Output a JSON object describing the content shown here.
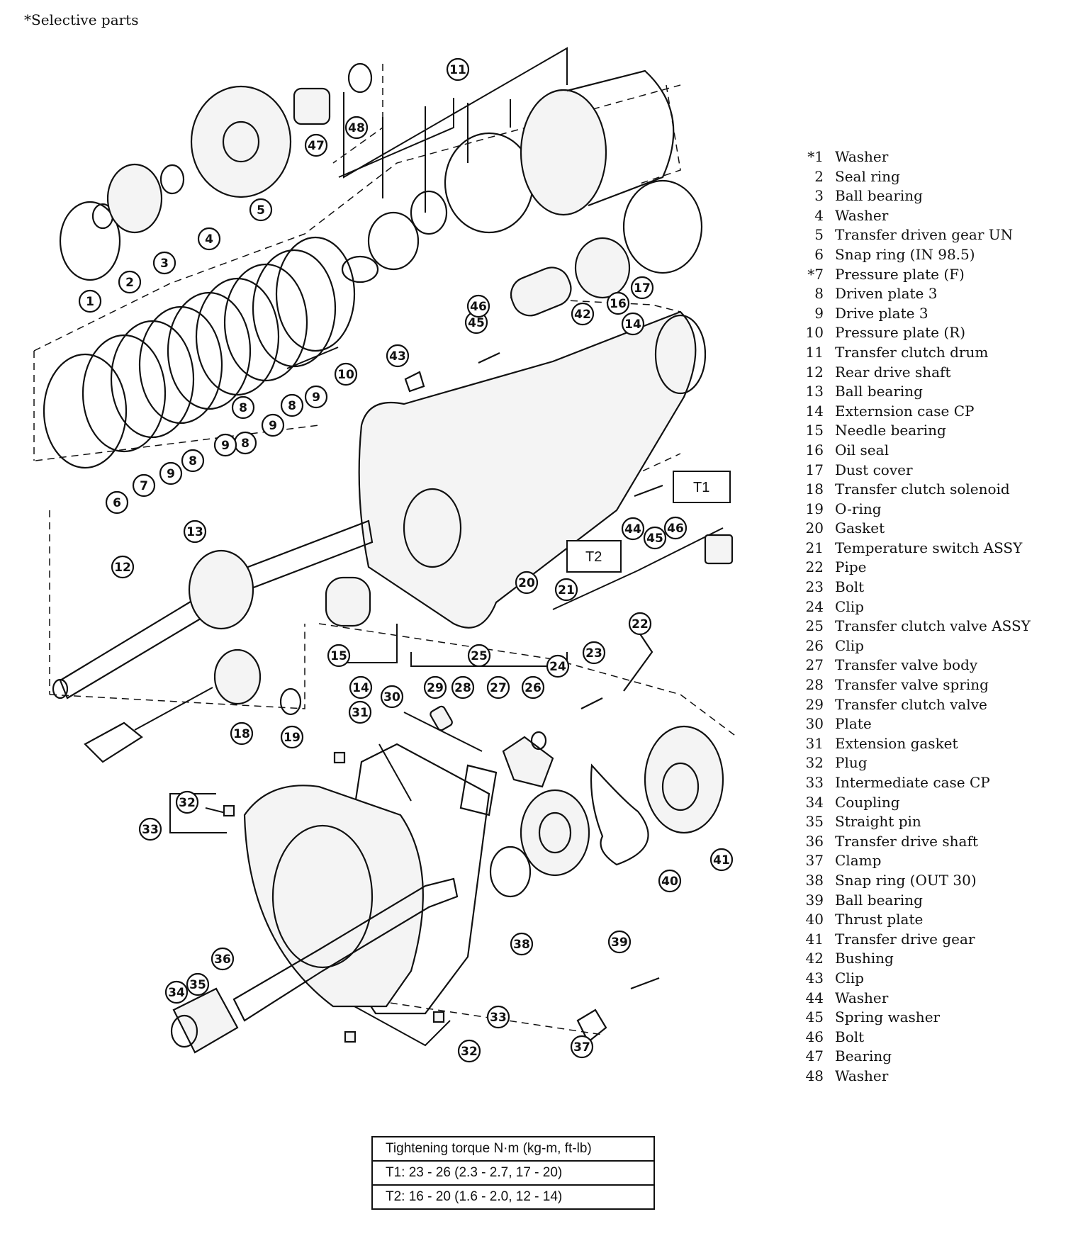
{
  "note": "*Selective parts",
  "torque_labels": [
    "T1",
    "T2"
  ],
  "legend": [
    {
      "star": "*",
      "num": "1",
      "name": "Washer"
    },
    {
      "star": "",
      "num": "2",
      "name": "Seal ring"
    },
    {
      "star": "",
      "num": "3",
      "name": "Ball bearing"
    },
    {
      "star": "",
      "num": "4",
      "name": "Washer"
    },
    {
      "star": "",
      "num": "5",
      "name": "Transfer driven gear UN"
    },
    {
      "star": "",
      "num": "6",
      "name": "Snap ring (IN 98.5)"
    },
    {
      "star": "*",
      "num": "7",
      "name": "Pressure plate (F)"
    },
    {
      "star": "",
      "num": "8",
      "name": "Driven plate 3"
    },
    {
      "star": "",
      "num": "9",
      "name": "Drive plate 3"
    },
    {
      "star": "",
      "num": "10",
      "name": "Pressure plate (R)"
    },
    {
      "star": "",
      "num": "11",
      "name": "Transfer clutch drum"
    },
    {
      "star": "",
      "num": "12",
      "name": "Rear drive shaft"
    },
    {
      "star": "",
      "num": "13",
      "name": "Ball bearing"
    },
    {
      "star": "",
      "num": "14",
      "name": "Externsion case CP"
    },
    {
      "star": "",
      "num": "15",
      "name": "Needle bearing"
    },
    {
      "star": "",
      "num": "16",
      "name": "Oil seal"
    },
    {
      "star": "",
      "num": "17",
      "name": "Dust cover"
    },
    {
      "star": "",
      "num": "18",
      "name": "Transfer clutch solenoid"
    },
    {
      "star": "",
      "num": "19",
      "name": "O-ring"
    },
    {
      "star": "",
      "num": "20",
      "name": "Gasket"
    },
    {
      "star": "",
      "num": "21",
      "name": "Temperature switch ASSY"
    },
    {
      "star": "",
      "num": "22",
      "name": "Pipe"
    },
    {
      "star": "",
      "num": "23",
      "name": "Bolt"
    },
    {
      "star": "",
      "num": "24",
      "name": "Clip"
    },
    {
      "star": "",
      "num": "25",
      "name": "Transfer clutch valve ASSY"
    },
    {
      "star": "",
      "num": "26",
      "name": "Clip"
    },
    {
      "star": "",
      "num": "27",
      "name": "Transfer valve body"
    },
    {
      "star": "",
      "num": "28",
      "name": "Transfer valve spring"
    },
    {
      "star": "",
      "num": "29",
      "name": "Transfer clutch valve"
    },
    {
      "star": "",
      "num": "30",
      "name": "Plate"
    },
    {
      "star": "",
      "num": "31",
      "name": "Extension gasket"
    },
    {
      "star": "",
      "num": "32",
      "name": "Plug"
    },
    {
      "star": "",
      "num": "33",
      "name": "Intermediate case CP"
    },
    {
      "star": "",
      "num": "34",
      "name": "Coupling"
    },
    {
      "star": "",
      "num": "35",
      "name": "Straight pin"
    },
    {
      "star": "",
      "num": "36",
      "name": "Transfer drive shaft"
    },
    {
      "star": "",
      "num": "37",
      "name": "Clamp"
    },
    {
      "star": "",
      "num": "38",
      "name": "Snap ring (OUT 30)"
    },
    {
      "star": "",
      "num": "39",
      "name": "Ball bearing"
    },
    {
      "star": "",
      "num": "40",
      "name": "Thrust plate"
    },
    {
      "star": "",
      "num": "41",
      "name": "Transfer drive gear"
    },
    {
      "star": "",
      "num": "42",
      "name": "Bushing"
    },
    {
      "star": "",
      "num": "43",
      "name": "Clip"
    },
    {
      "star": "",
      "num": "44",
      "name": "Washer"
    },
    {
      "star": "",
      "num": "45",
      "name": "Spring washer"
    },
    {
      "star": "",
      "num": "46",
      "name": "Bolt"
    },
    {
      "star": "",
      "num": "47",
      "name": "Bearing"
    },
    {
      "star": "",
      "num": "48",
      "name": "Washer"
    }
  ],
  "callouts": [
    "1",
    "2",
    "3",
    "4",
    "5",
    "6",
    "7",
    "8",
    "8",
    "8",
    "8",
    "9",
    "9",
    "9",
    "9",
    "10",
    "11",
    "12",
    "13",
    "14",
    "14",
    "15",
    "16",
    "17",
    "18",
    "19",
    "20",
    "21",
    "22",
    "23",
    "24",
    "25",
    "26",
    "27",
    "28",
    "29",
    "30",
    "31",
    "32",
    "32",
    "33",
    "33",
    "34",
    "35",
    "36",
    "37",
    "38",
    "39",
    "40",
    "41",
    "42",
    "43",
    "44",
    "45",
    "45",
    "46",
    "46",
    "47",
    "48"
  ],
  "torque_table": {
    "header": "Tightening torque  N·m (kg-m, ft-lb)",
    "rows": [
      "T1:  23 - 26 (2.3 - 2.7, 17 - 20)",
      "T2:  16 - 20 (1.6 - 2.0, 12 - 14)"
    ]
  }
}
